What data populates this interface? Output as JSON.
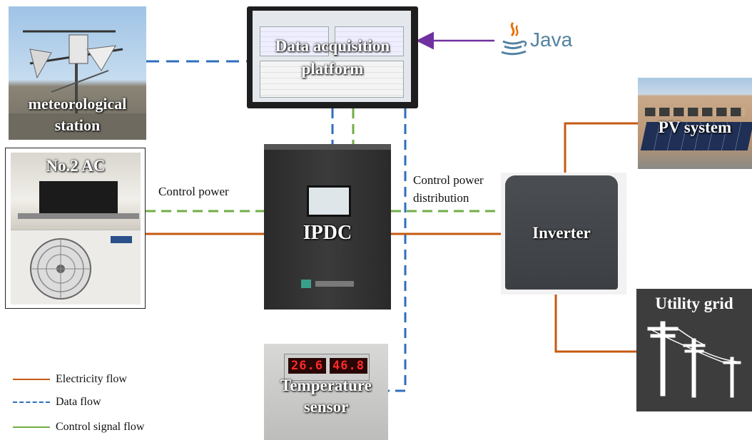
{
  "components": {
    "meteorological_station": "meteorological station",
    "data_platform": "Data acquisition platform",
    "java_logo": "Java",
    "ac_unit": "No.2 AC",
    "ipdc": "IPDC",
    "inverter": "Inverter",
    "pv_system": "PV system",
    "utility_grid": "Utility grid",
    "temperature_sensor": "Temperature sensor",
    "sensor_readings": [
      "26.6",
      "46.8"
    ]
  },
  "connection_labels": {
    "control_power": "Control power",
    "control_power_distribution": "Control power distribution"
  },
  "legend": [
    {
      "label": "Electricity flow",
      "style": "solid",
      "color": "#c55a11"
    },
    {
      "label": "Data flow",
      "style": "dashed",
      "color": "#2e6fbd"
    },
    {
      "label": "Control signal flow",
      "style": "solid",
      "color": "#70ad47"
    }
  ],
  "colors": {
    "electricity": "#c55a11",
    "data": "#2e6fbd",
    "control": "#70ad47",
    "java_arrow": "#7030a0"
  }
}
